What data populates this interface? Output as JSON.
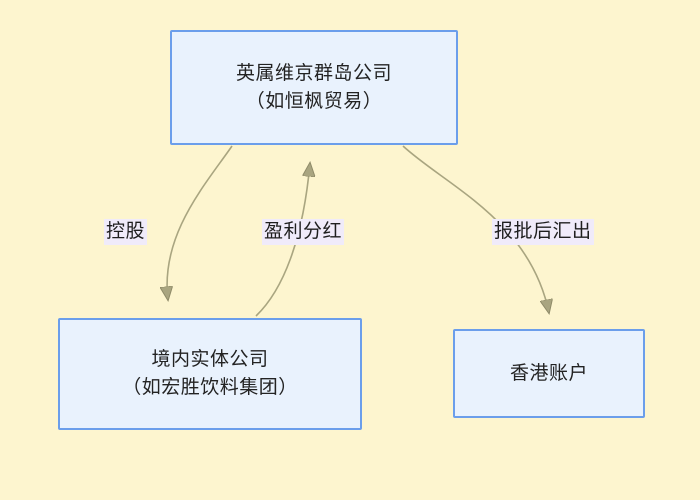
{
  "diagram": {
    "type": "flowchart",
    "background_color": "#fdf5cf",
    "node_fill": "#e9f2fd",
    "node_border": "#6b9eeb",
    "edge_color": "#a9a580",
    "label_background": "#f0ebfa",
    "text_color": "#232323",
    "nodes": [
      {
        "id": "bvi",
        "line1": "英属维京群岛公司",
        "line2": "（如恒枫贸易）"
      },
      {
        "id": "domestic",
        "line1": "境内实体公司",
        "line2": "（如宏胜饮料集团）"
      },
      {
        "id": "hk",
        "line1": "香港账户",
        "line2": ""
      }
    ],
    "edges": [
      {
        "id": "kongu",
        "label": "控股",
        "from": "bvi",
        "to": "domestic"
      },
      {
        "id": "yingli",
        "label": "盈利分红",
        "from": "domestic",
        "to": "bvi"
      },
      {
        "id": "baopi",
        "label": "报批后汇出",
        "from": "bvi",
        "to": "hk"
      }
    ]
  }
}
